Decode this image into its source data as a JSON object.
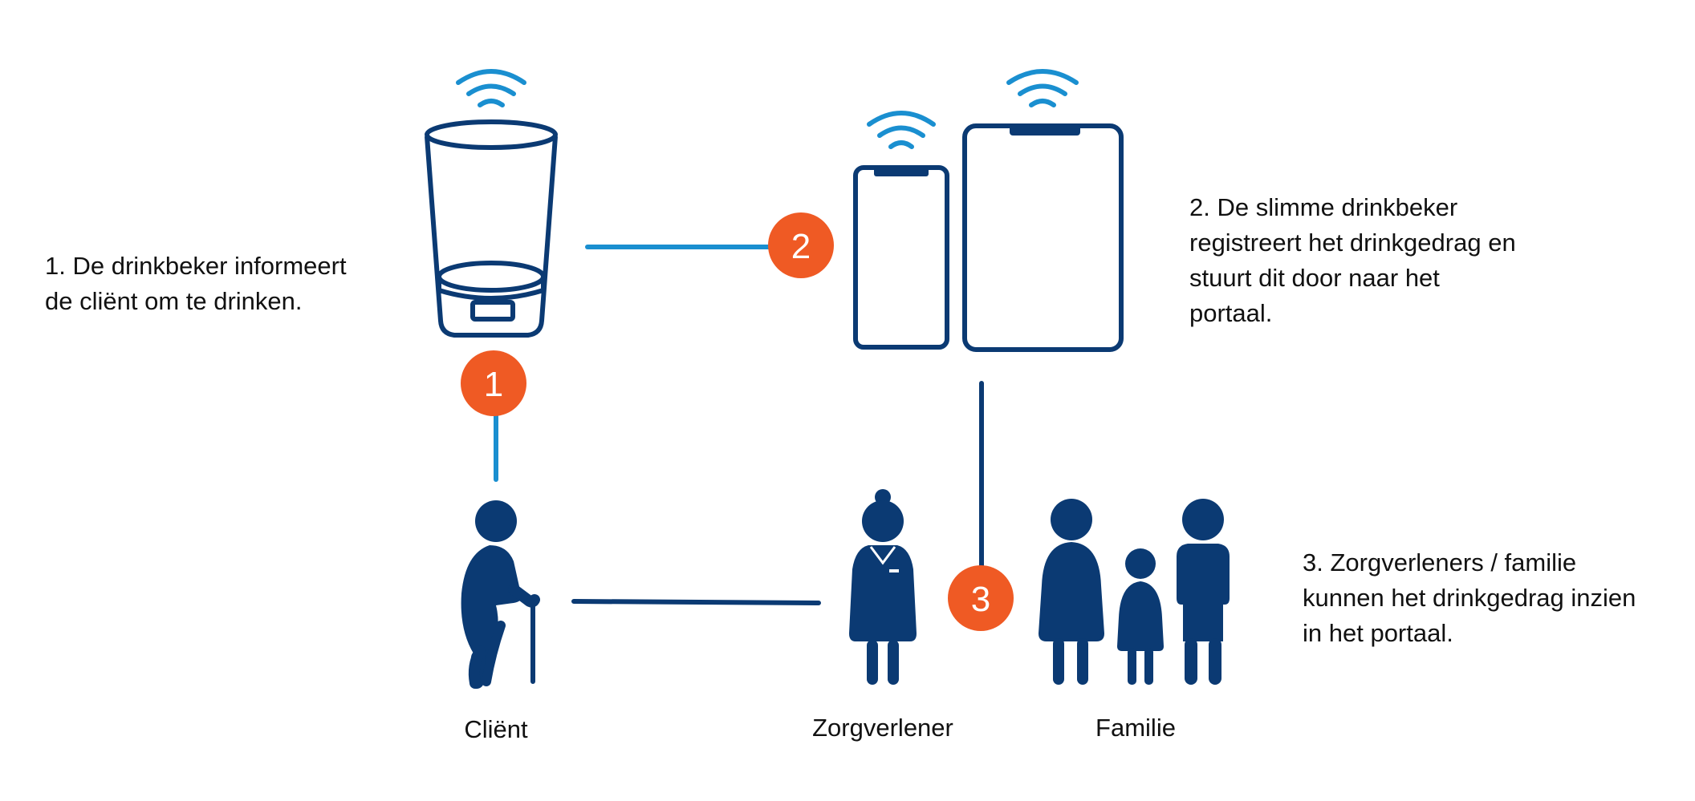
{
  "colors": {
    "navy": "#0b3a73",
    "wifi": "#1a8fd0",
    "link_light": "#1a8fd0",
    "badge": "#ef5a24",
    "badge_text": "#ffffff",
    "text": "#111111"
  },
  "steps": [
    {
      "number": "1",
      "lines": [
        "1. De drinkbeker informeert",
        "de cliënt om te drinken."
      ]
    },
    {
      "number": "2",
      "lines": [
        "2. De slimme drinkbeker",
        "registreert het drinkgedrag en",
        "stuurt dit door naar het",
        "portaal."
      ]
    },
    {
      "number": "3",
      "lines": [
        "3. Zorgverleners / familie",
        "kunnen het drinkgedrag inzien",
        "in het portaal."
      ]
    }
  ],
  "labels": {
    "client": "Cliënt",
    "caregiver": "Zorgverlener",
    "family": "Familie"
  },
  "icons": {
    "cup": "smart-cup-icon",
    "phone": "smartphone-icon",
    "tablet": "tablet-icon",
    "wifi": "wifi-icon",
    "client": "elderly-person-with-cane-icon",
    "caregiver": "nurse-icon",
    "family": "family-icon"
  }
}
